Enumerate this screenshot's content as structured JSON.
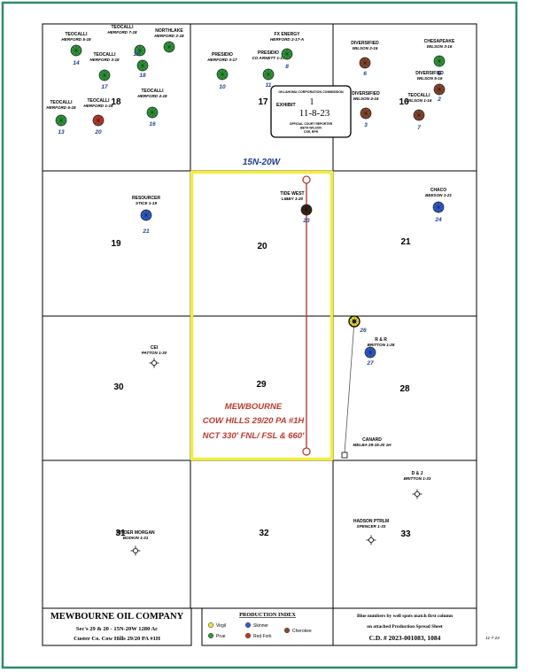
{
  "map": {
    "township_label": "15N-20W",
    "sections": [
      {
        "number": "18"
      },
      {
        "number": "17"
      },
      {
        "number": "16"
      },
      {
        "number": "19"
      },
      {
        "number": "20"
      },
      {
        "number": "21"
      },
      {
        "number": "30"
      },
      {
        "number": "29"
      },
      {
        "number": "28"
      },
      {
        "number": "31"
      },
      {
        "number": "32"
      },
      {
        "number": "33"
      }
    ],
    "wells": [
      {
        "operator": "TEOCALLI",
        "name": "HERFORD 5-18",
        "number": "14",
        "type": "Prue",
        "color": "#2e9d3a"
      },
      {
        "operator": "TEOCALLI",
        "name": "HERFORD 7-18",
        "number": "12",
        "type": "Prue",
        "color": "#2e9d3a"
      },
      {
        "operator": "NORTHLAKE",
        "name": "HERFORD 2-18",
        "number": "",
        "type": "Prue",
        "color": "#2e9d3a"
      },
      {
        "operator": "TEOCALLI",
        "name": "HERFORD 3-18",
        "number": "17",
        "type": "Prue",
        "color": "#2e9d3a"
      },
      {
        "operator": "",
        "name": "",
        "number": "18",
        "type": "Prue",
        "color": "#2e9d3a"
      },
      {
        "operator": "TEOCALLI",
        "name": "HERFORD 6-18",
        "number": "13",
        "type": "Prue",
        "color": "#2e9d3a"
      },
      {
        "operator": "TEOCALLI",
        "name": "HERFORD 1-18",
        "number": "20",
        "type": "Red Fork",
        "color": "#c0392b"
      },
      {
        "operator": "TEOCALLI",
        "name": "HERFORD 4-18",
        "number": "16",
        "type": "Prue",
        "color": "#2e9d3a"
      },
      {
        "operator": "PRESIDIO",
        "name": "HERFORD 3-17",
        "number": "10",
        "type": "Prue",
        "color": "#2e9d3a"
      },
      {
        "operator": "PRESIDIO",
        "name": "CO ARNETT 1-17",
        "number": "11",
        "type": "Prue",
        "color": "#2e9d3a"
      },
      {
        "operator": "FX ENERGY",
        "name": "HERFORD 2-17-A",
        "number": "8",
        "type": "Prue",
        "color": "#2e9d3a"
      },
      {
        "operator": "DIVERSIFIED",
        "name": "WILSON 2-16",
        "number": "6",
        "type": "Cherokee",
        "color": "#8b4a2b"
      },
      {
        "operator": "CHESAPEAKE",
        "name": "WILSON 3-16",
        "number": "5",
        "type": "Prue",
        "color": "#2e9d3a"
      },
      {
        "operator": "DIVERSIFIED",
        "name": "WILSON 5-16",
        "number": "2",
        "type": "Cherokee",
        "color": "#8b4a2b"
      },
      {
        "operator": "DIVERSIFIED",
        "name": "WILSON 4-16",
        "number": "3",
        "type": "Cherokee",
        "color": "#8b4a2b"
      },
      {
        "operator": "TEOCALLI",
        "name": "WILSON 1-16",
        "number": "7",
        "type": "Cherokee",
        "color": "#8b4a2b"
      },
      {
        "operator": "RESOURCER",
        "name": "STICE 1-19",
        "number": "21",
        "type": "Skinner",
        "color": "#2f5fd0"
      },
      {
        "operator": "TIDE WEST",
        "name": "LIBBY 1-20",
        "number": "23",
        "type": "Cherokee",
        "color": "#8b4a2b"
      },
      {
        "operator": "CHACO",
        "name": "BEESON 1-21",
        "number": "24",
        "type": "Skinner",
        "color": "#2f5fd0"
      },
      {
        "operator": "",
        "name": "",
        "number": "26",
        "type": "Virgil",
        "color": "#f2e52b"
      },
      {
        "operator": "R & R",
        "name": "BRITTON 1-28",
        "number": "27",
        "type": "Skinner",
        "color": "#2f5fd0"
      },
      {
        "operator": "CEI",
        "name": "PATTON 1-30",
        "number": "",
        "type": "Dry",
        "color": "#000000"
      },
      {
        "operator": "KINDER MORGAN",
        "name": "BODKIN 1-31",
        "number": "",
        "type": "Dry",
        "color": "#000000"
      },
      {
        "operator": "D & J",
        "name": "BRITTON 1-33",
        "number": "",
        "type": "Dry",
        "color": "#000000"
      },
      {
        "operator": "HADSON PTRLM",
        "name": "SPENCER 1-33",
        "number": "",
        "type": "Dry",
        "color": "#000000"
      },
      {
        "operator": "CANARD",
        "name": "MELBA 28-15-20 1H",
        "number": "",
        "type": "Surface location",
        "color": "#000000"
      }
    ],
    "proposed_well": {
      "operator": "MEWBOURNE",
      "name": "COW HILLS 29/20 PA #1H",
      "location": "NCT 330' FNL/ FSL & 660'",
      "color": "#c0392b"
    },
    "exhibit_stamp": {
      "agency": "OKLAHOMA CORPORATION COMMISSION",
      "label": "EXHIBIT",
      "number": "1",
      "date": "11-8-23",
      "reporter_line1": "OFFICIAL COURT REPORTER",
      "reporter_line2": "BETH WILSON",
      "reporter_line3": "CSR, RPR"
    }
  },
  "title_block": {
    "company": "MEWBOURNE OIL COMPANY",
    "line1": "Sec's 29 & 20 - 15N-20W     1280 Ac",
    "line2": "Custer Co.   Cow Hills 29/20 PA #1H"
  },
  "legend": {
    "title": "PRODUCTION INDEX",
    "items": [
      {
        "label": "Virgil",
        "color": "#f2e52b"
      },
      {
        "label": "Skinner",
        "color": "#2f5fd0"
      },
      {
        "label": "Cherokee",
        "color": "#8b4a2b"
      },
      {
        "label": "Prue",
        "color": "#2e9d3a"
      },
      {
        "label": "Red Fork",
        "color": "#c0392b"
      }
    ]
  },
  "notes": {
    "line1": "Blue numbers by well spots match first column",
    "line2": "on attached Production Spread Sheet",
    "case_number": "C.D. # 2023-001083, 1084",
    "date": "11-7-23"
  },
  "colors": {
    "frame": "#2e8b6b",
    "highlight": "#f2ee3a",
    "well_number": "#1f3f9a"
  }
}
